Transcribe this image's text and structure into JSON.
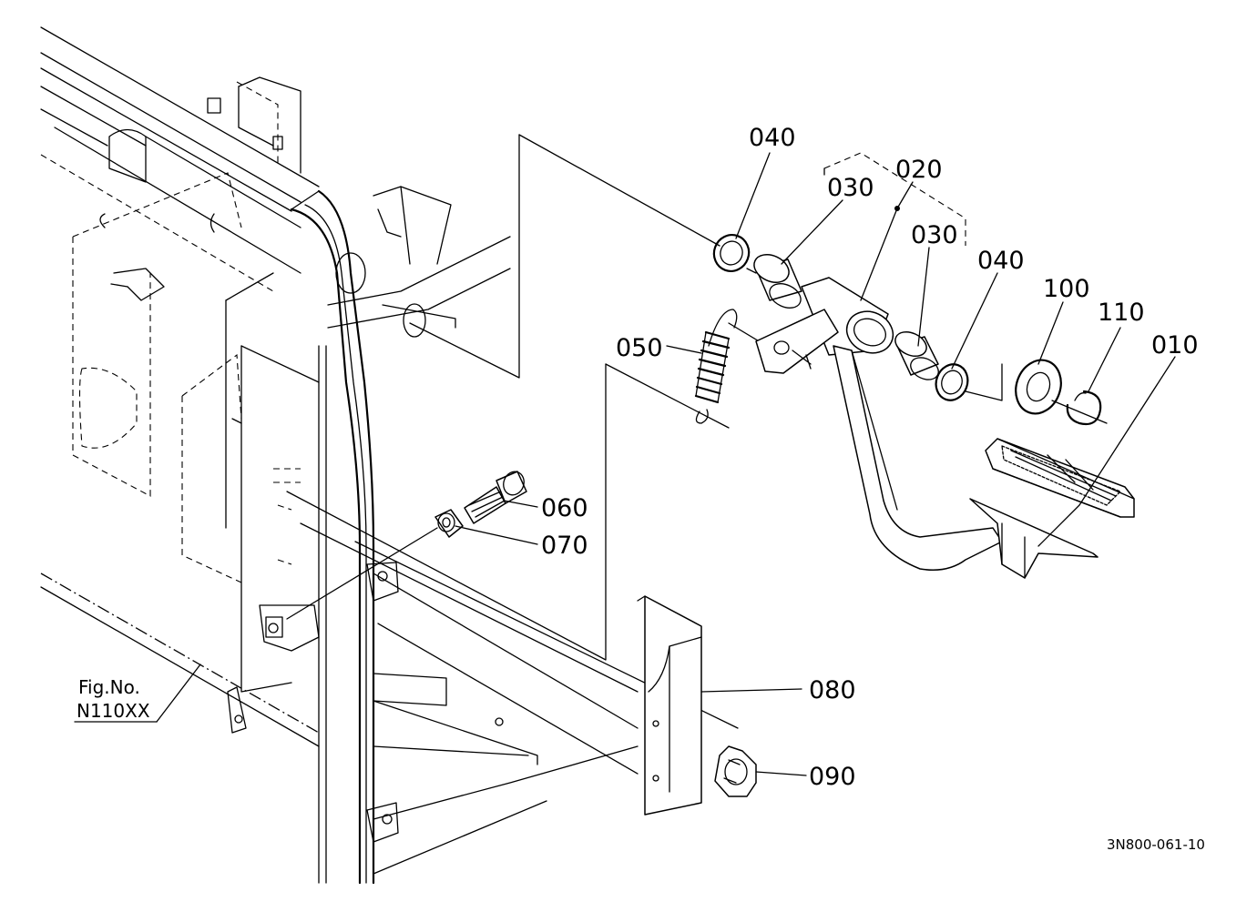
{
  "labels": {
    "p010": "010",
    "p020": "020",
    "p030a": "030",
    "p030b": "030",
    "p040a": "040",
    "p040b": "040",
    "p050": "050",
    "p060": "060",
    "p070": "070",
    "p080": "080",
    "p090": "090",
    "p100": "100",
    "p110": "110"
  },
  "reference": {
    "line1": "Fig.No.",
    "line2": "N110XX"
  },
  "drawing_code": "3N800-061-10"
}
